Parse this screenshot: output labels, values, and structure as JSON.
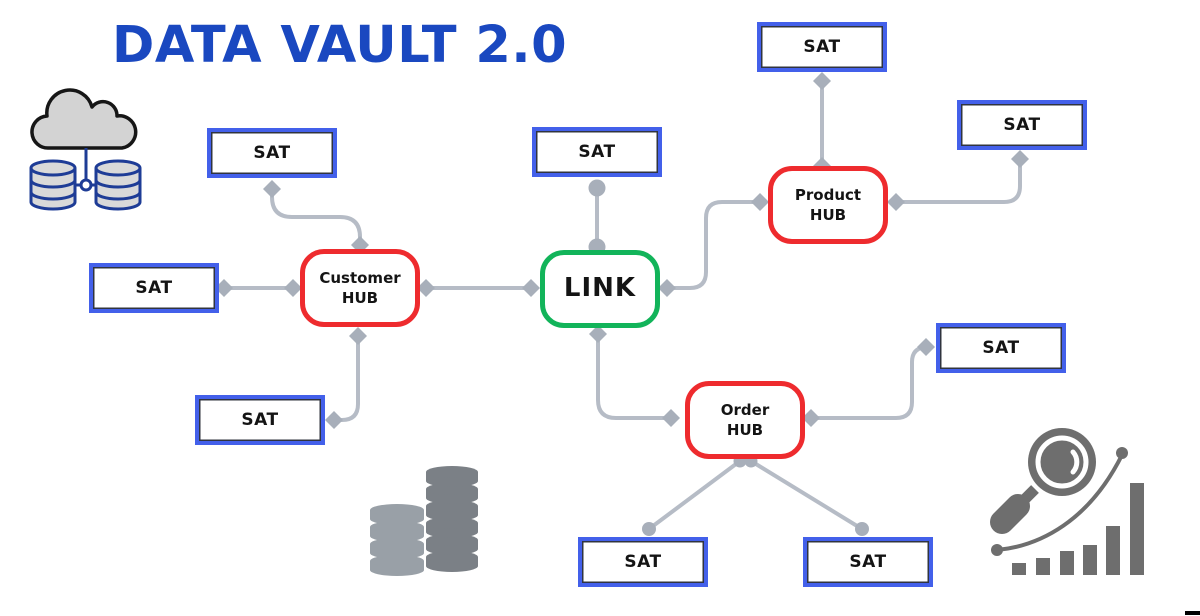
{
  "title": "DATA VAULT 2.0",
  "diagram": {
    "nodes": {
      "sat": "SAT",
      "link": "LINK",
      "customer_hub": {
        "name": "Customer",
        "type": "HUB"
      },
      "product_hub": {
        "name": "Product",
        "type": "HUB"
      },
      "order_hub": {
        "name": "Order",
        "type": "HUB"
      }
    },
    "sat_count": 9,
    "edges": [
      "sat-customer-top - customer-hub",
      "sat-customer-left - customer-hub",
      "sat-customer-bottom - customer-hub",
      "customer-hub - link",
      "sat-link-top - link",
      "link - product-hub",
      "link - order-hub",
      "sat-product-top - product-hub",
      "sat-product-right - product-hub",
      "order-hub - sat-order-right",
      "order-hub - sat-order-bottom-left",
      "order-hub - sat-order-bottom-right"
    ]
  },
  "icons": {
    "cloud_database": "cloud-database-icon",
    "coin_stack": "coin-stack-icon",
    "growth_analysis": "magnifier-growth-chart-icon"
  },
  "colors": {
    "title": "#1a48c0",
    "sat_border": "#4360ea",
    "hub_border": "#ee2b2e",
    "link_border": "#12b45a",
    "connector": "#b6bcc6",
    "connector_marker": "#a8afba",
    "node_text": "#141414",
    "icon_gray": "#6e6e6e"
  }
}
